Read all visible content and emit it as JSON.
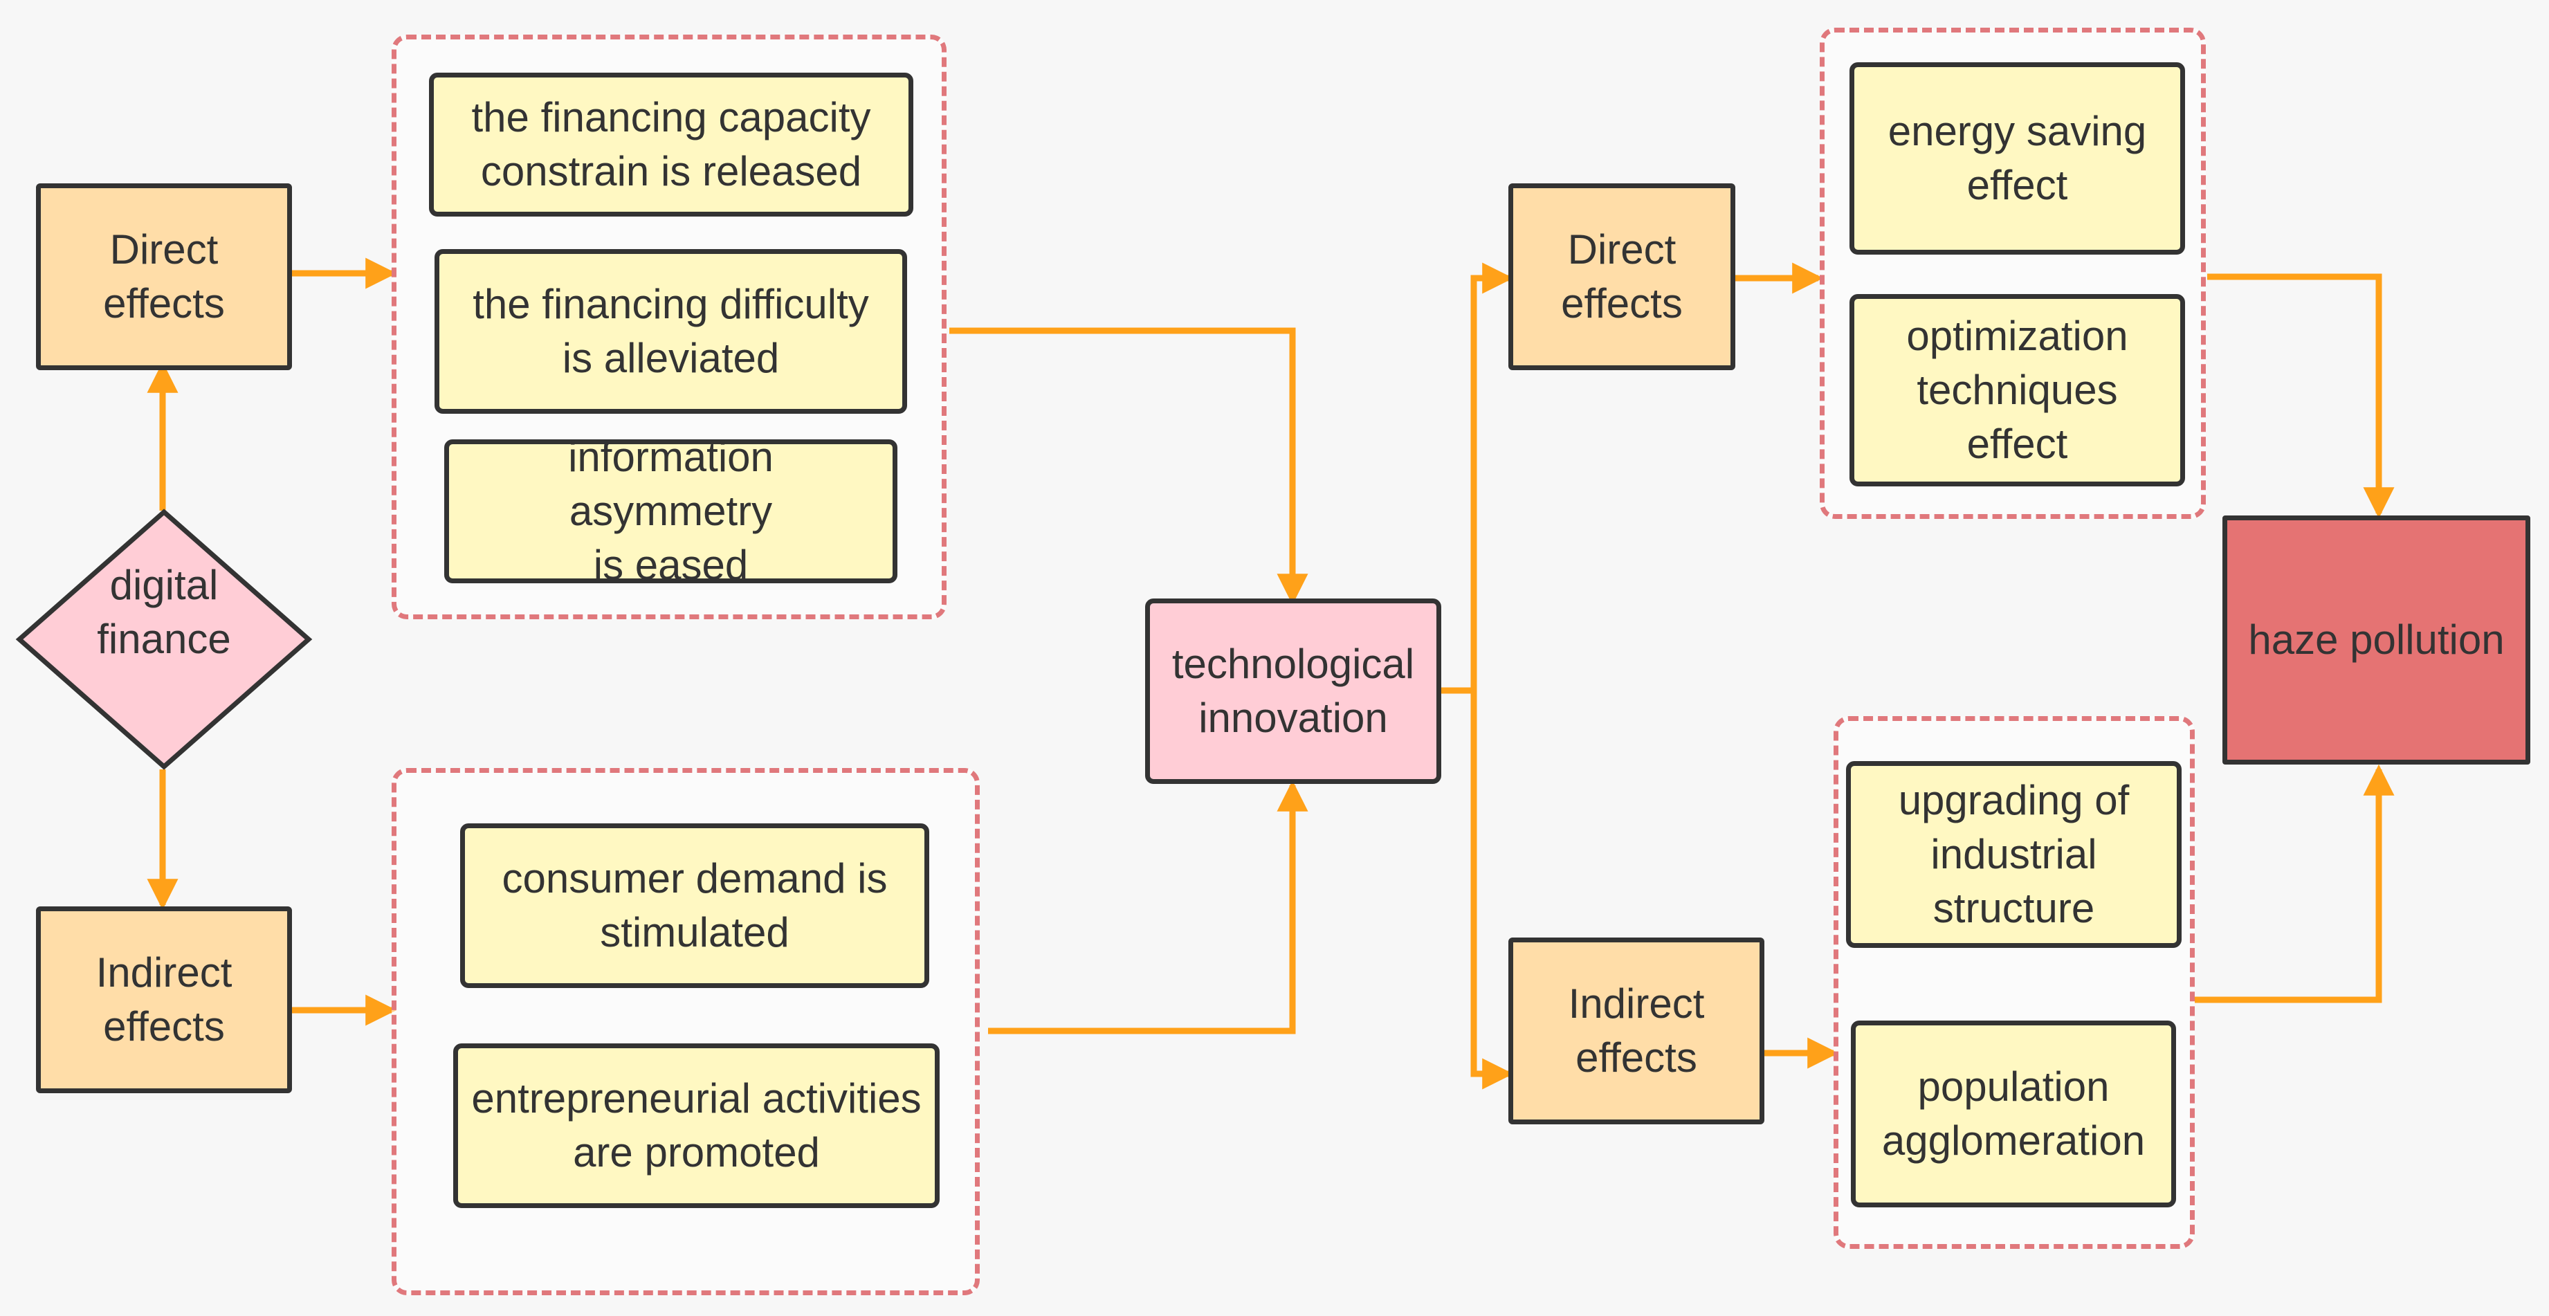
{
  "colors": {
    "arrow": "#ffa119",
    "group_border": "#e0787c",
    "effect_box": "#ffdda8",
    "item_box": "#fff8c2",
    "hub_box": "#ffcdd6",
    "outcome_box": "#e57373",
    "node_border": "#333333"
  },
  "nodes": {
    "digital_finance": "digital\nfinance",
    "left_direct": "Direct\neffects",
    "left_indirect": "Indirect\neffects",
    "fin_capacity": "the financing capacity\nconstrain is released",
    "fin_difficulty": "the financing difficulty\nis alleviated",
    "info_asym": "information asymmetry\nis eased",
    "consumer_demand": "consumer demand is\nstimulated",
    "entrepreneurial": "entrepreneurial activities\nare promoted",
    "tech_innovation": "technological\ninnovation",
    "right_direct": "Direct\neffects",
    "right_indirect": "Indirect\neffects",
    "energy_saving": "energy saving\neffect",
    "optimization": "optimization\ntechniques\neffect",
    "upgrading": "upgrading of\nindustrial\nstructure",
    "population": "population\nagglomeration",
    "haze": "haze pollution"
  }
}
